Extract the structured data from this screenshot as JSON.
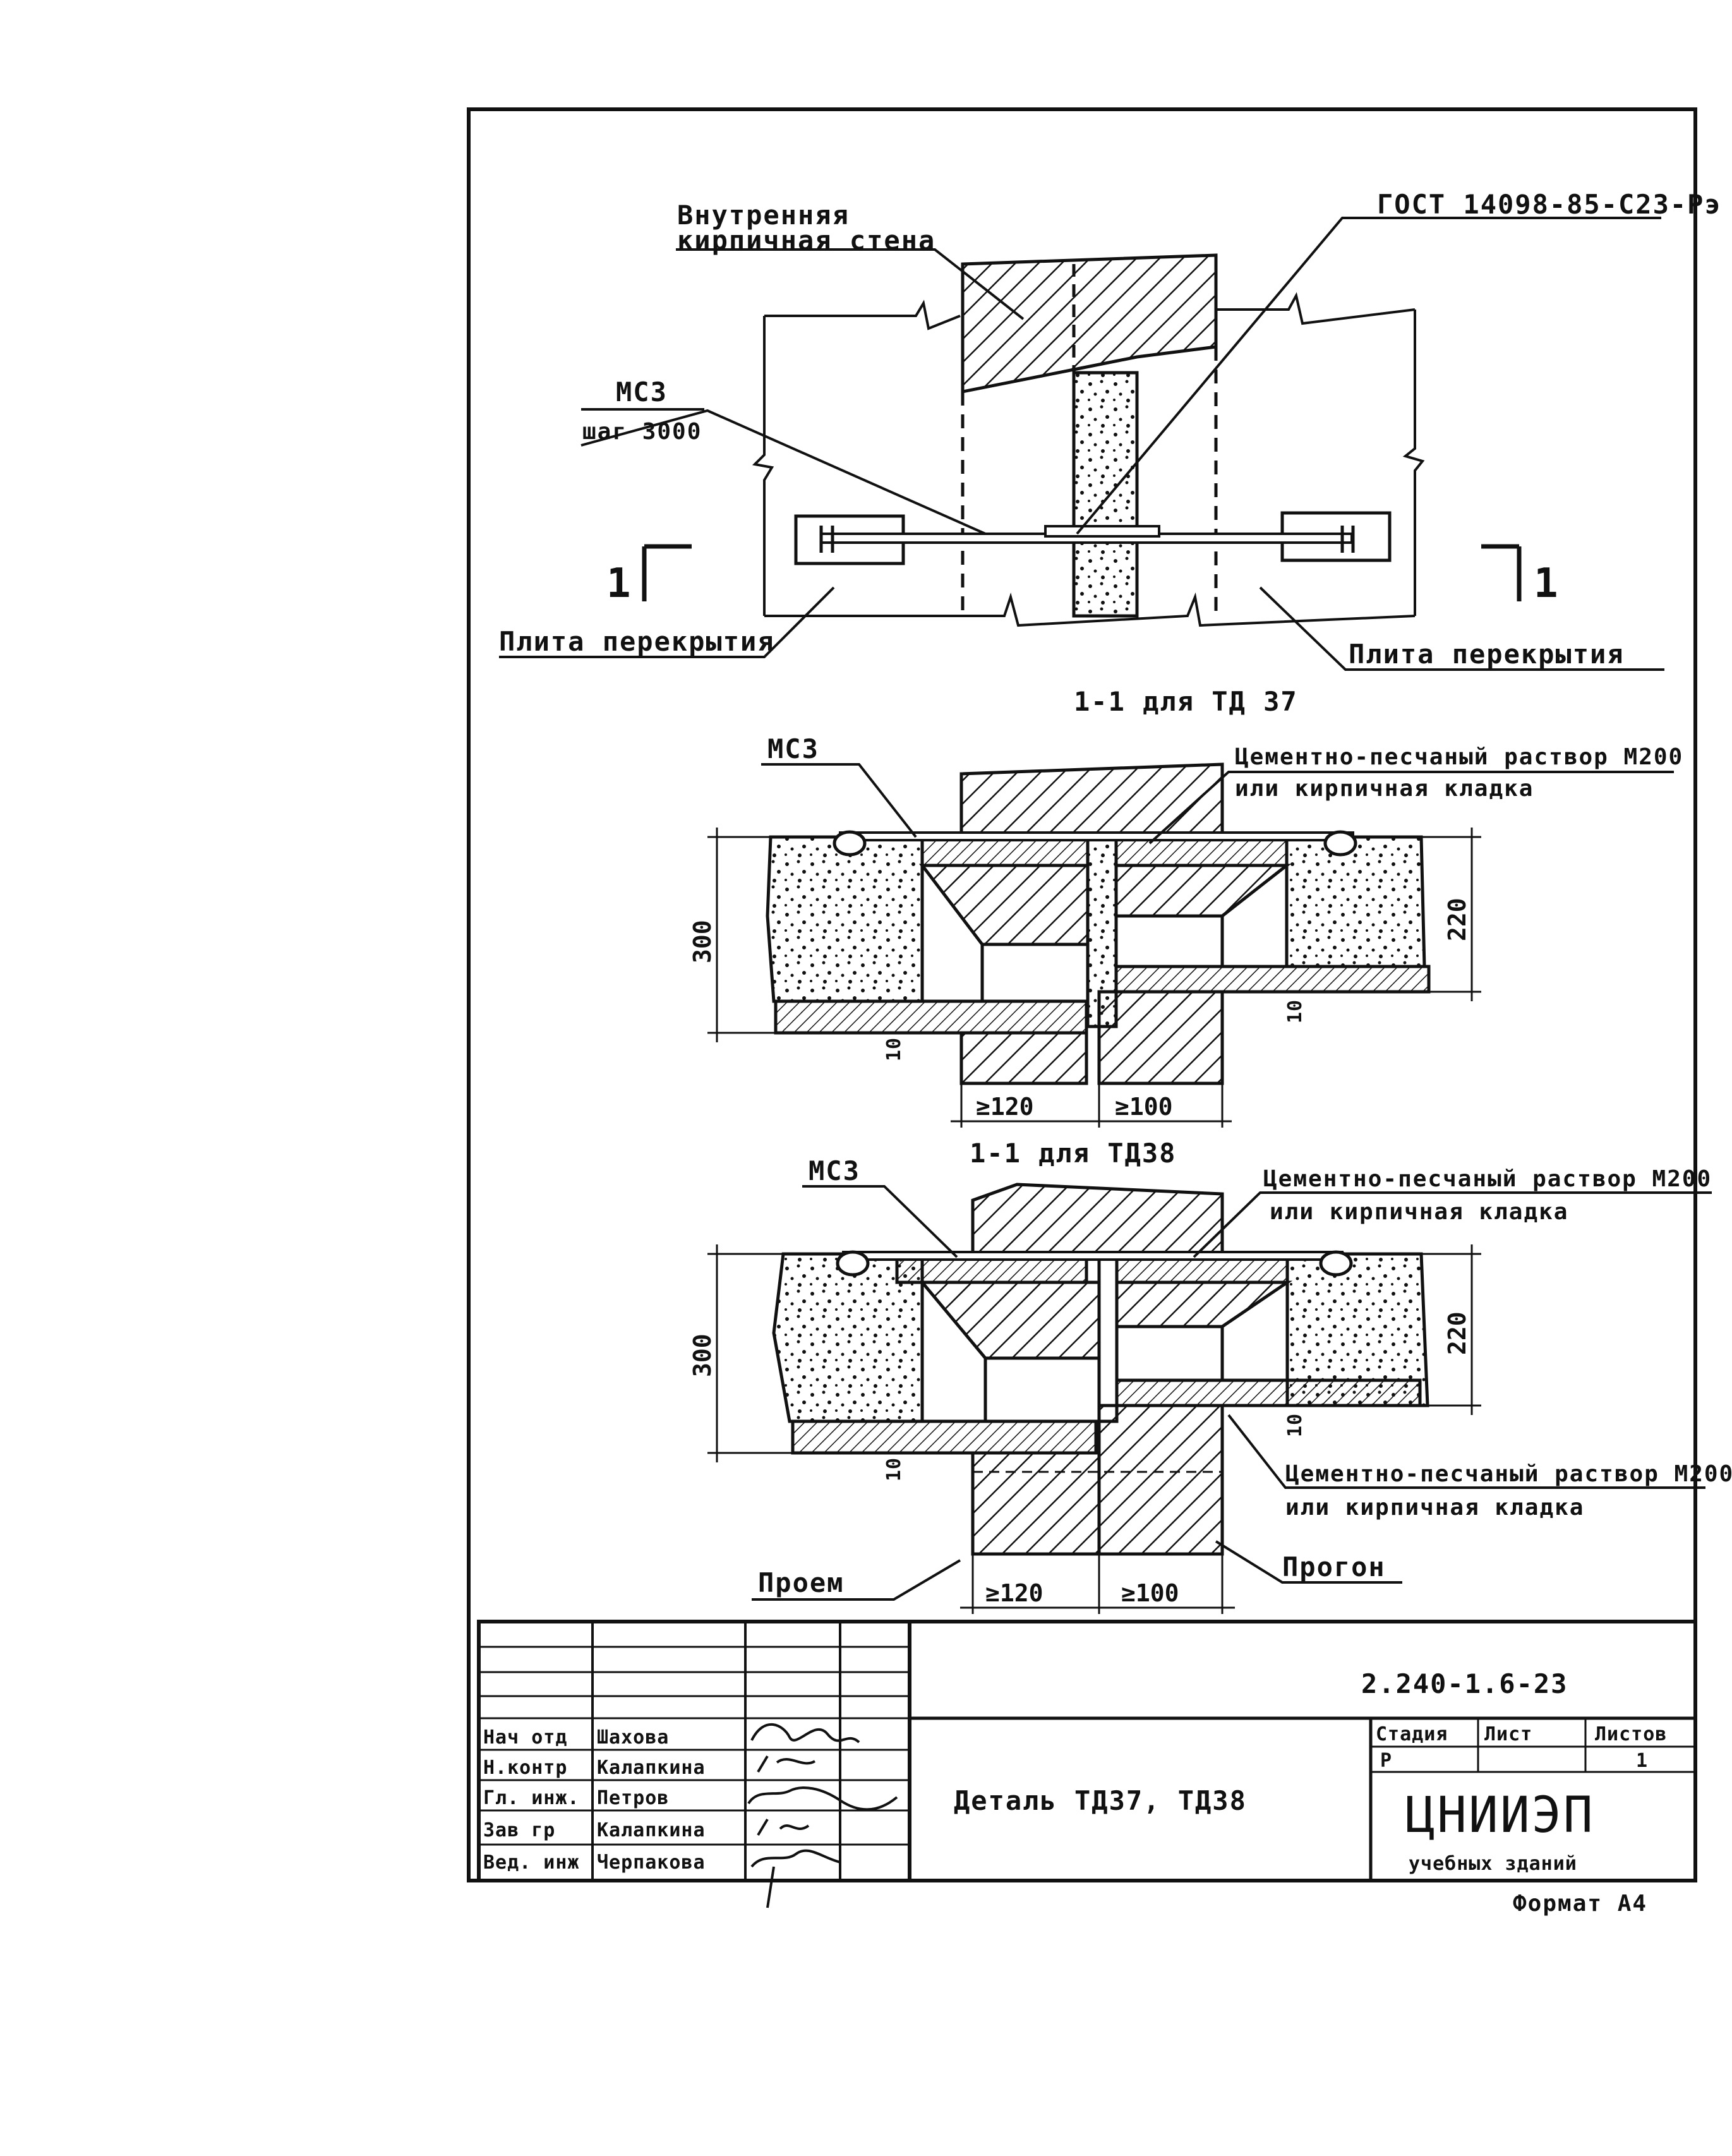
{
  "plan": {
    "inner_wall": [
      "Внутренняя",
      "кирпичная стена"
    ],
    "gost": "ГОСТ 14098-85-С23-Рэ",
    "msz": "МС3",
    "step": "шаг 3000",
    "slab_left": "Плита перекрытия",
    "slab_right": "Плита перекрытия",
    "cut_left": "1",
    "cut_right": "1"
  },
  "section37": {
    "title": "1-1 для ТД 37",
    "msz": "МС3",
    "mortar": [
      "Цементно-песчаный раствор М200",
      "или кирпичная кладка"
    ],
    "dim_300": "300",
    "dim_220": "220",
    "dim_10a": "10",
    "dim_10b": "10",
    "dim_120": "≥120",
    "dim_100": "≥100"
  },
  "section38": {
    "title": "1-1 для ТД38",
    "msz": "МС3",
    "mortar_top": [
      "Цементно-песчаный раствор М200",
      "или кирпичная кладка"
    ],
    "mortar_bottom": [
      "Цементно-песчаный раствор М200",
      "или кирпичная кладка"
    ],
    "dim_300": "300",
    "dim_220": "220",
    "dim_10a": "10",
    "dim_10b": "10",
    "dim_120": "≥120",
    "dim_100": "≥100",
    "opening": "Проем",
    "purlin": "Прогон"
  },
  "title_block": {
    "code": "2.240-1.6-23",
    "title": "Деталь ТД37, ТД38",
    "roles": [
      "Нач отд",
      "Н.контр",
      "Гл. инж.",
      "Зав гр",
      "Вед. инж"
    ],
    "names": [
      "Шахова",
      "Калапкина",
      "Петров",
      "Калапкина",
      "Черпакова"
    ],
    "stage_label": "Стадия",
    "sheet_label": "Лист",
    "sheets_label": "Листов",
    "stage": "Р",
    "sheets": "1",
    "org": "ЦНИИЭП",
    "org_sub": "учебных зданий",
    "format": "Формат А4"
  }
}
